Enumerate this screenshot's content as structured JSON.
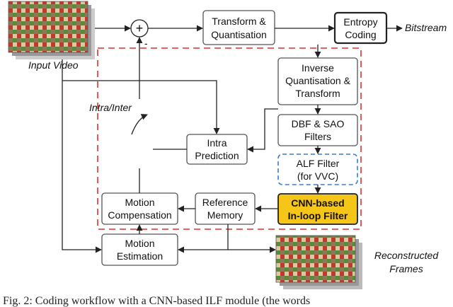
{
  "nodes": {
    "transform": {
      "line1": "Transform &",
      "line2": "Quantisation"
    },
    "entropy": {
      "line1": "Entropy",
      "line2": "Coding"
    },
    "inverse": {
      "line1": "Inverse",
      "line2": "Quantisation &",
      "line3": "Transform"
    },
    "dbf": {
      "line1": "DBF & SAO",
      "line2": "Filters"
    },
    "alf": {
      "line1": "ALF Filter",
      "line2": "(for VVC)"
    },
    "cnn": {
      "line1": "CNN-based",
      "line2": "In-loop Filter"
    },
    "intra": {
      "line1": "Intra",
      "line2": "Prediction"
    },
    "refmem": {
      "line1": "Reference",
      "line2": "Memory"
    },
    "motion_comp": {
      "line1": "Motion",
      "line2": "Compensation"
    },
    "motion_est": {
      "line1": "Motion",
      "line2": "Estimation"
    }
  },
  "labels": {
    "input_video": "Input Video",
    "bitstream": "Bitstream",
    "intra_inter": "Intra/Inter",
    "reconstructed_1": "Reconstructed",
    "reconstructed_2": "Frames",
    "adder_symbol": "+",
    "minus_symbol": "-"
  },
  "caption": "Fig. 2: Coding workflow with a CNN-based ILF module (the words",
  "colors": {
    "cnn_fill": "#f5c518",
    "dashed_region": "#e03030",
    "alf_border": "#3a7bd5"
  }
}
